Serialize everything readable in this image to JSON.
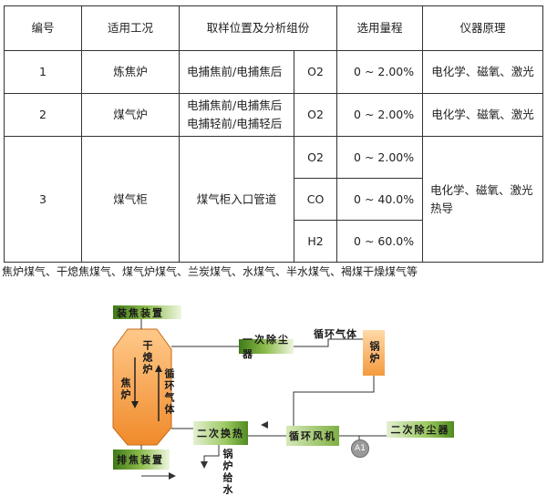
{
  "table": {
    "headers": [
      "编号",
      "适用工况",
      "取样位置及分析组份",
      "选用量程",
      "仪器原理"
    ],
    "rows": [
      {
        "no": "1",
        "condition": "炼焦炉",
        "position": "电捕焦前/电捕焦后",
        "component": "O2",
        "range": "0 ~ 2.00%",
        "principle": "电化学、磁氧、激光"
      },
      {
        "no": "2",
        "condition": "煤气炉",
        "position_line1": "电捕焦前/电捕焦后",
        "position_line2": "电捕轻前/电捕轻后",
        "component": "O2",
        "range": "0 ~ 2.00%",
        "principle": "电化学、磁氧、激光"
      },
      {
        "no": "3",
        "condition": "煤气柜",
        "position": "煤气柜入口管道",
        "subrows": [
          {
            "component": "O2",
            "range": "0 ~ 2.00%"
          },
          {
            "component": "CO",
            "range": "0 ~ 40.0%"
          },
          {
            "component": "H2",
            "range": "0 ~ 60.0%"
          }
        ],
        "principle_line1": "电化学、磁氧、激光",
        "principle_line2": "热导"
      }
    ]
  },
  "note": "焦炉煤气、干熄焦煤气、煤气炉煤气、兰炭煤气、水煤气、半水煤气、褐煤干燥煤气等",
  "diagram": {
    "coke_loading": "装焦装置",
    "dry_quench_furnace": "干熄炉",
    "coke_label": "焦炉",
    "circulating_gas_furnace": "循环气体",
    "primary_dust": "一次除尘器",
    "circulating_gas_line": "循环气体",
    "boiler": "锅炉",
    "secondary_heat": "二次换热",
    "circulating_fan": "循环风机",
    "secondary_dust": "二次除尘器",
    "coke_discharge": "排焦装置",
    "boiler_water": "锅炉给水",
    "analyzer_point": "A1",
    "colors": {
      "green_dark": "#3f7a18",
      "green_light": "#9cc861",
      "orange": "#f49a3d",
      "orange_light": "#ffd9a8"
    }
  }
}
